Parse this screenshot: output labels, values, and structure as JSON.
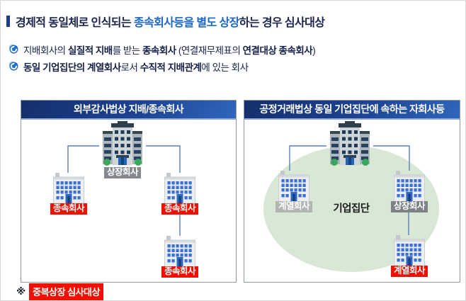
{
  "title": {
    "pre": "경제적 동일체로 인식되는 ",
    "highlight": "종속회사등을 별도 상장",
    "post": "하는 경우 심사대상"
  },
  "bullets": {
    "b1": {
      "s0": "지배회사의 ",
      "s1": "실질적 지배",
      "s2": "를 받는 ",
      "s3": "종속회사",
      "s4": " (연결재무제표의 ",
      "s5": "연결대상 종속회사",
      "s6": ")"
    },
    "b2": {
      "s0": "동일 기업집단의 계열회사",
      "s1": "로서 ",
      "s2": "수직적 지배관계",
      "s3": "에 있는 회사"
    }
  },
  "panels": {
    "left": {
      "header": "외부감사법상 지배/종속회사",
      "parent_label": "상장회사",
      "child_left_label": "종속회사",
      "child_right_label": "종속회사",
      "grandchild_label": "종속회사"
    },
    "right": {
      "header": "공정거래법상 동일 기업집단에 속하는 자회사등",
      "group_label": "기업집단",
      "affiliate_left_label": "계열회사",
      "listed_label": "상장회사",
      "affiliate_bottom_label": "계열회사"
    }
  },
  "note": {
    "marker": "※",
    "text": "중복상장 심사대상"
  },
  "icons": {
    "bullet": "swirl-icon",
    "building_large": "office-building-icon",
    "building_small": "office-building-icon"
  },
  "colors": {
    "title_navy": "#1b2450",
    "highlight_blue": "#1b66cc",
    "header_navy_dark": "#142f6b",
    "header_blue_light": "#2f66bd",
    "header_underline": "#8aa8d8",
    "label_red": "#ee1000",
    "label_gray_dark": "#7e8286",
    "label_gray_light": "#b2b6b2",
    "connector_blue": "#5b7fc0",
    "group_ellipse_green": "#d8e8d5",
    "building_gray": "#cfd6da",
    "window_blue": "#2e62b8",
    "tree_green": "#3aa75e"
  }
}
